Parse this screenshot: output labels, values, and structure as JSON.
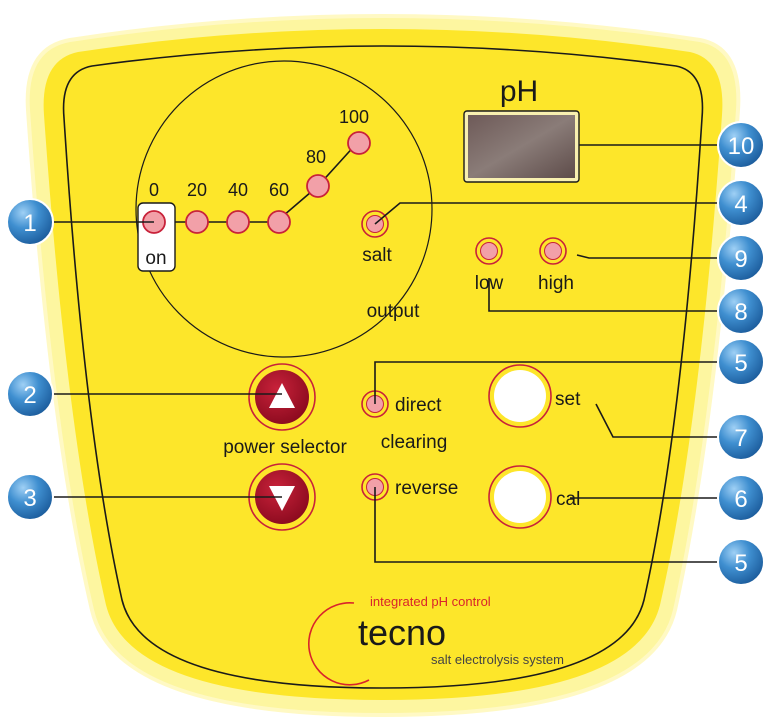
{
  "panel": {
    "scale": [
      "0",
      "20",
      "40",
      "60",
      "80",
      "100"
    ],
    "on_label": "on",
    "salt_label": "salt",
    "output_label": "output",
    "ph_label": "pH",
    "low_label": "low",
    "high_label": "high",
    "power_selector_label": "power selector",
    "direct_label": "direct",
    "clearing_label": "clearing",
    "reverse_label": "reverse",
    "set_label": "set",
    "cal_label": "cal"
  },
  "brand": {
    "tagline_top": "integrated pH control",
    "name": "tecno",
    "tagline_bottom": "salt electrolysis system",
    "accent_color": "#d9242b"
  },
  "callouts": [
    "1",
    "2",
    "3",
    "4",
    "5",
    "5",
    "6",
    "7",
    "8",
    "9",
    "10"
  ],
  "colors": {
    "panel_fill": "#fde62a",
    "panel_border": "#f4ef8a",
    "led_fill": "#f2a0a8",
    "led_ring": "#c8223a",
    "arrow_button": "#a8102a",
    "callout_blue": "#2f7fc0"
  }
}
